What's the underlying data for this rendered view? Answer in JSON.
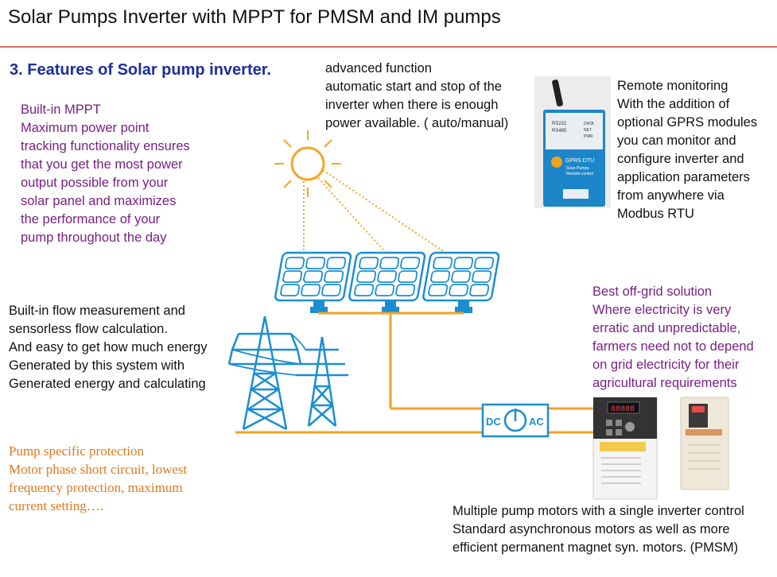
{
  "title": "Solar Pumps Inverter with MPPT for PMSM and IM pumps",
  "section_heading": "3. Features of Solar pump inverter.",
  "mppt_block": {
    "lines": [
      "Built-in MPPT",
      "Maximum power point",
      "tracking functionality ensures",
      "that you get the most power",
      "output possible from your",
      "solar panel and maximizes",
      "the performance of your",
      "pump throughout the day"
    ]
  },
  "advanced_block": {
    "lines": [
      "advanced function",
      "automatic start and stop of the",
      "inverter when there is enough",
      "power available. ( auto/manual)"
    ]
  },
  "remote_block": {
    "lines": [
      "Remote monitoring",
      "With the addition of",
      "optional GPRS modules",
      "you can monitor and",
      "configure inverter and",
      "application parameters",
      "from anywhere via",
      "Modbus RTU"
    ]
  },
  "flow_block": {
    "lines": [
      "Built-in flow measurement and",
      "sensorless flow calculation.",
      "And easy to get how much energy",
      "Generated by this system with",
      "Generated energy and calculating"
    ]
  },
  "offgrid_block": {
    "lines": [
      "Best off-grid solution",
      "Where electricity is very",
      "erratic and unpredictable,",
      "farmers need not to depend",
      "on grid electricity for their",
      "agricultural requirements"
    ]
  },
  "protection_block": {
    "lines": [
      "Pump specific protection",
      "Motor phase short circuit, lowest",
      "frequency protection, maximum",
      "current setting…."
    ]
  },
  "motors_block": {
    "lines": [
      "Multiple pump motors with a single inverter control",
      "Standard asynchronous motors as well as more",
      "efficient permanent magnet syn. motors. (PMSM)"
    ]
  },
  "converter": {
    "dc_label": "DC",
    "ac_label": "AC"
  },
  "gprs_device": {
    "port_1": "RS232",
    "port_2": "RS485",
    "led_1": "DATA",
    "led_2": "NET",
    "led_3": "PWR",
    "product_name": "GPRS DTU",
    "subtitle_1": "Solar Pumps",
    "subtitle_2": "Remote control"
  },
  "inverter_display": {
    "readout": "88888"
  },
  "colors": {
    "title_rule": "#e46a6a",
    "heading_blue": "#1c2fa0",
    "feature_purple": "#7a1f86",
    "protection_orange": "#e07a1c",
    "sun_orange": "#f5a623",
    "wire_orange": "#f5a020",
    "diagram_blue": "#1b8ed2"
  }
}
